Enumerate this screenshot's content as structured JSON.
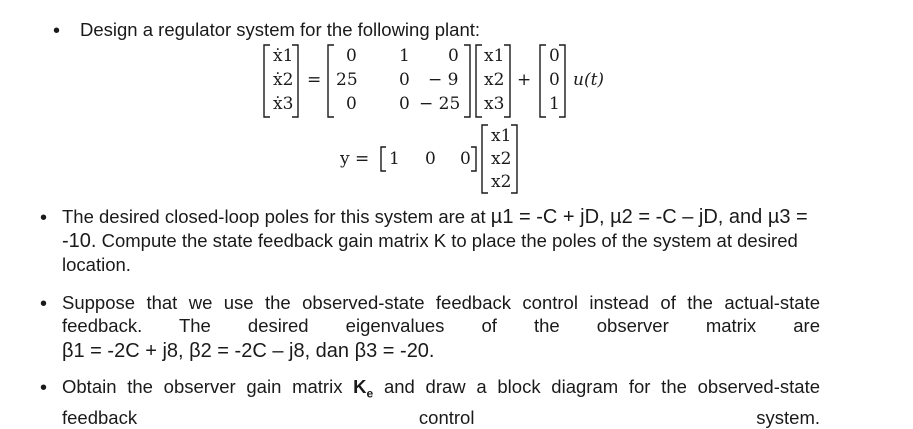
{
  "bullet1": {
    "text": "Design a regulator system for the following plant:"
  },
  "state_eq": {
    "lhs": [
      "ẋ1",
      "ẋ2",
      "ẋ3"
    ],
    "equals": "=",
    "A": [
      [
        "0",
        "1",
        "0"
      ],
      [
        "25",
        "0",
        "− 9"
      ],
      [
        "0",
        "0",
        "− 25"
      ]
    ],
    "x": [
      "x1",
      "x2",
      "x3"
    ],
    "plus": "+",
    "B": [
      "0",
      "0",
      "1"
    ],
    "input": "u(t)"
  },
  "output_eq": {
    "lhs": "y =",
    "C": [
      "1",
      "0",
      "0"
    ],
    "x": [
      "x1",
      "x2",
      "x2"
    ]
  },
  "bullet2": {
    "part1": "The desired closed-loop poles for this system are at ",
    "poles": "µ1 = -C + jD,    µ2 = -C – jD, and µ3 = -10.",
    "part2": " Compute the state feedback gain matrix K to place the poles of the system at desired location."
  },
  "bullet3": {
    "line1": "Suppose that we use the observed-state feedback control instead of the actual-state feedback. The desired eigenvalues of the observer matrix are",
    "line2": "β1 = -2C + j8,  β2 = -2C – j8, dan β3 = -20."
  },
  "bullet4": {
    "before": "Obtain the observer gain matrix ",
    "K": "K",
    "sub": "e",
    "after": " and draw a block diagram for the observed-state feedback control system."
  },
  "bullet_symbol": "•"
}
